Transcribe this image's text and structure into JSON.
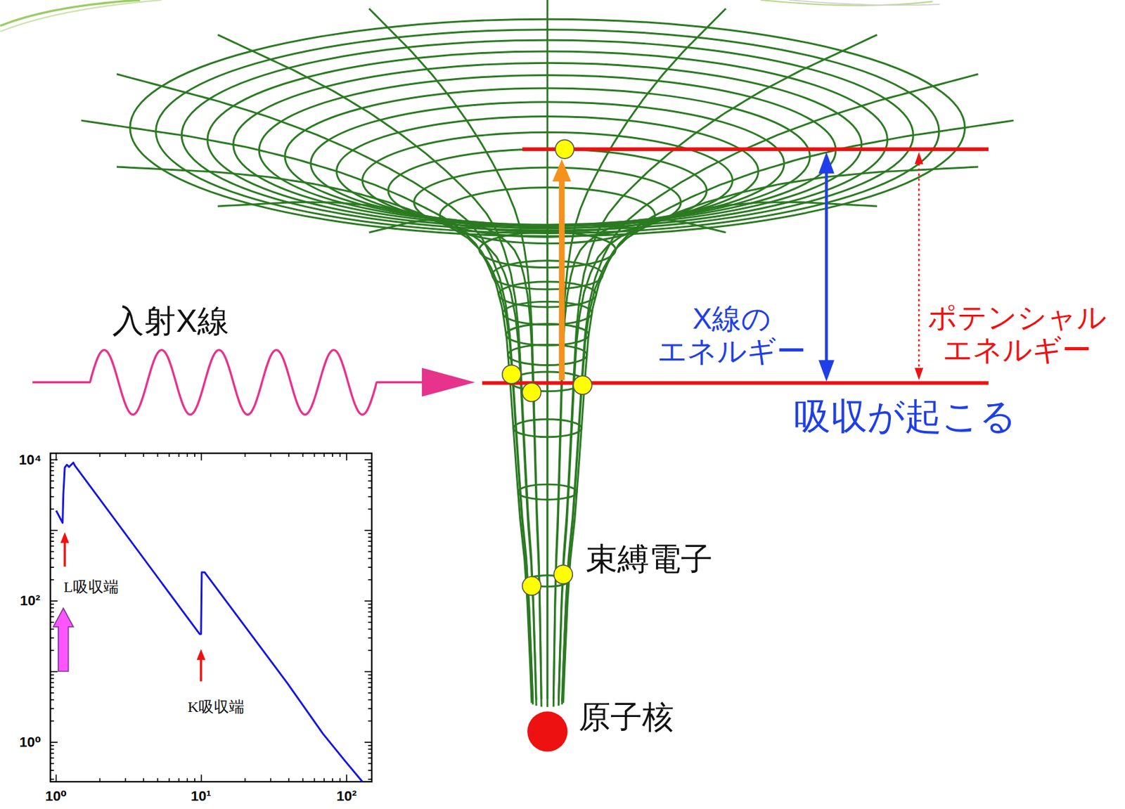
{
  "diagram": {
    "labels": [
      "X線の エネルギー",
      "ポテンシャル エネルギー",
      "入射X線",
      "吸収が起こる",
      "10⁴",
      "束縛電子",
      "L吸収端",
      "10²",
      "K吸収端",
      "原子核",
      "10⁰",
      "10⁰",
      "10¹",
      "10²"
    ]
  }
}
